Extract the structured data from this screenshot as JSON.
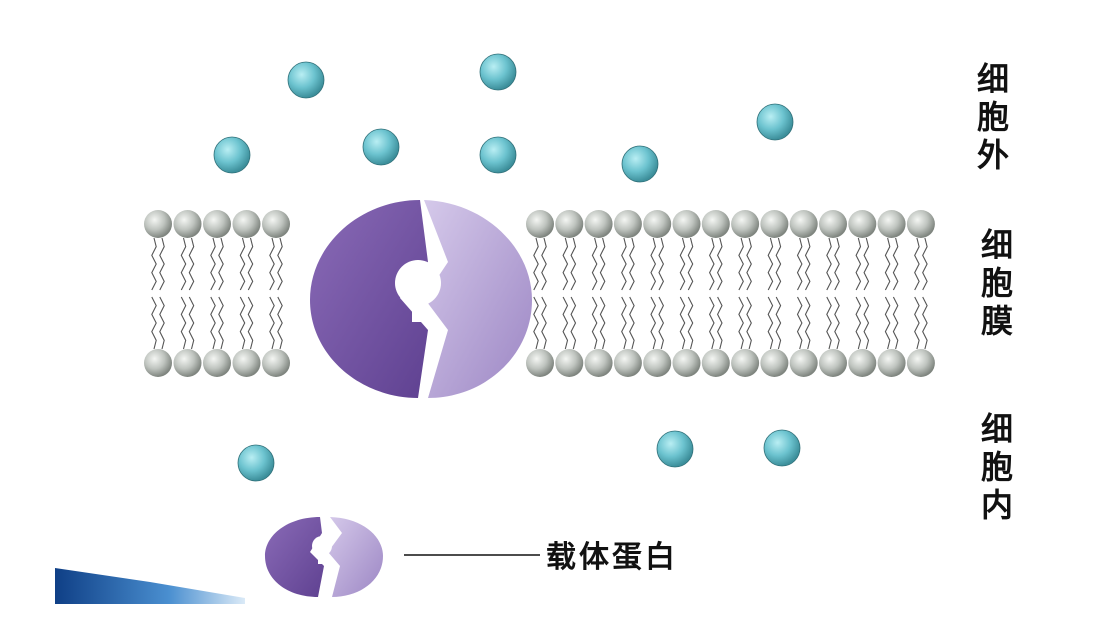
{
  "labels": {
    "outside": "细胞外",
    "membrane": "细胞膜",
    "inside": "细胞内"
  },
  "legend": {
    "carrier_protein": "载体蛋白"
  },
  "colors": {
    "molecule": "#6cc3cf",
    "lipid_head": "#bfc4bf",
    "protein_dark": "#7a5aa6",
    "protein_light": "#b5a3d4",
    "background": "#ffffff",
    "corner_accent": "#1f5fa8"
  },
  "icons": {
    "molecule": "solute-molecule-icon",
    "protein": "carrier-protein-icon"
  }
}
